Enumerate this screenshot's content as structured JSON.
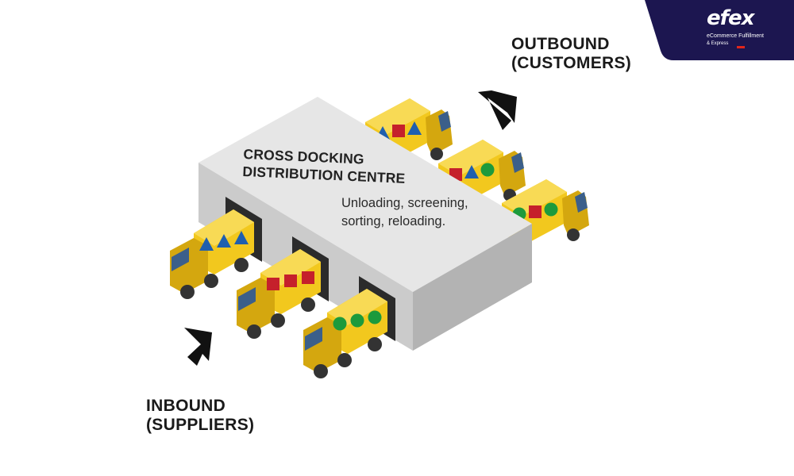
{
  "logo": {
    "brand": "efex",
    "tagline": "eCommerce Fulfillment",
    "subline": "& Express",
    "bg_color": "#1c1650",
    "accent_color": "#e0261b"
  },
  "labels": {
    "outbound_line1": "OUTBOUND",
    "outbound_line2": "(CUSTOMERS)",
    "inbound_line1": "INBOUND",
    "inbound_line2": "(SUPPLIERS)"
  },
  "centre": {
    "title_line1": "CROSS DOCKING",
    "title_line2": "DISTRIBUTION CENTRE",
    "process_line1": "Unloading, screening,",
    "process_line2": "sorting, reloading."
  },
  "colors": {
    "truck_yellow": "#f2c81e",
    "truck_shade": "#d4a70f",
    "triangle_blue": "#1f5fae",
    "square_red": "#c5202b",
    "circle_green": "#1d9a3c",
    "building_top": "#e6e6e6",
    "building_front": "#cbcbcb",
    "building_side": "#b3b3b3"
  },
  "trucks": {
    "inbound": [
      {
        "cargo": [
          "triangle",
          "triangle",
          "triangle"
        ]
      },
      {
        "cargo": [
          "square",
          "square",
          "square"
        ]
      },
      {
        "cargo": [
          "circle",
          "circle",
          "circle"
        ]
      }
    ],
    "outbound": [
      {
        "cargo": [
          "triangle",
          "square",
          "triangle"
        ]
      },
      {
        "cargo": [
          "square",
          "triangle",
          "circle"
        ]
      },
      {
        "cargo": [
          "circle",
          "square",
          "circle"
        ]
      }
    ]
  }
}
